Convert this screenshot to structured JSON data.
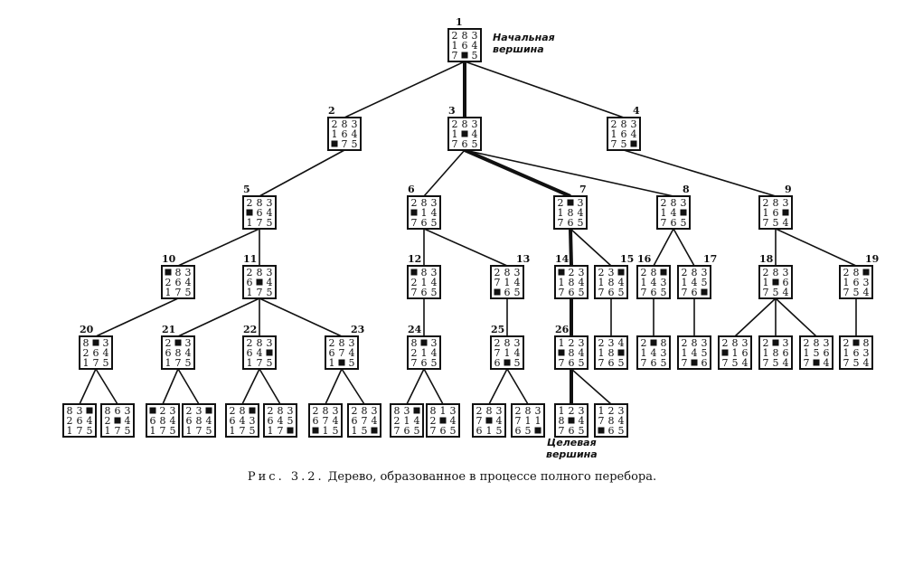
{
  "annotations": {
    "start": [
      "Начальная",
      "вершина"
    ],
    "goal": [
      "Целевая",
      "вершина"
    ]
  },
  "caption": {
    "label": "Рис. 3.2.",
    "text": "Дерево, образованное в процессе полного перебора."
  },
  "tree": {
    "blank_symbol": "0",
    "nodes": [
      {
        "label": "1",
        "board": "283164705",
        "parent": null
      },
      {
        "label": "2",
        "board": "283164075",
        "parent": 0
      },
      {
        "label": "3",
        "board": "283104765",
        "parent": 0,
        "path": true
      },
      {
        "label": "4",
        "board": "283164750",
        "parent": 0
      },
      {
        "label": "5",
        "board": "283064175",
        "parent": 1
      },
      {
        "label": "6",
        "board": "283014765",
        "parent": 2
      },
      {
        "label": "7",
        "board": "203184765",
        "parent": 2,
        "path": true
      },
      {
        "label": "8",
        "board": "283140765",
        "parent": 2
      },
      {
        "label": "9",
        "board": "283160754",
        "parent": 3
      },
      {
        "label": "10",
        "board": "083264175",
        "parent": 4
      },
      {
        "label": "11",
        "board": "283604175",
        "parent": 4
      },
      {
        "label": "12",
        "board": "083214765",
        "parent": 5
      },
      {
        "label": "13",
        "board": "283714065",
        "parent": 5
      },
      {
        "label": "14",
        "board": "023184765",
        "parent": 6,
        "path": true
      },
      {
        "label": "15",
        "board": "230184765",
        "parent": 6
      },
      {
        "label": "16",
        "board": "280143765",
        "parent": 7
      },
      {
        "label": "17",
        "board": "283145760",
        "parent": 7
      },
      {
        "label": "18",
        "board": "283106754",
        "parent": 8
      },
      {
        "label": "19",
        "board": "280163754",
        "parent": 8
      },
      {
        "label": "20",
        "board": "803264175",
        "parent": 9
      },
      {
        "label": "21",
        "board": "203684175",
        "parent": 10
      },
      {
        "label": "22",
        "board": "283640175",
        "parent": 10
      },
      {
        "label": "23",
        "board": "283674105",
        "parent": 10
      },
      {
        "label": "24",
        "board": "803214765",
        "parent": 11
      },
      {
        "label": "25",
        "board": "283714605",
        "parent": 12
      },
      {
        "label": "26",
        "board": "123084765",
        "parent": 13,
        "path": true
      },
      {
        "label": "",
        "board": "234180765",
        "parent": 14
      },
      {
        "label": "",
        "board": "208143765",
        "parent": 15
      },
      {
        "label": "",
        "board": "283145706",
        "parent": 16
      },
      {
        "label": "",
        "board": "283016754",
        "parent": 17
      },
      {
        "label": "",
        "board": "203186754",
        "parent": 17
      },
      {
        "label": "",
        "board": "283156704",
        "parent": 17
      },
      {
        "label": "",
        "board": "208163754",
        "parent": 18
      },
      {
        "label": "",
        "board": "830264175",
        "parent": 19
      },
      {
        "label": "",
        "board": "863204175",
        "parent": 19
      },
      {
        "label": "",
        "board": "023684175",
        "parent": 20
      },
      {
        "label": "",
        "board": "230684175",
        "parent": 20
      },
      {
        "label": "",
        "board": "280643175",
        "parent": 21
      },
      {
        "label": "",
        "board": "283645170",
        "parent": 21
      },
      {
        "label": "",
        "board": "283674015",
        "parent": 22
      },
      {
        "label": "",
        "board": "283674150",
        "parent": 22
      },
      {
        "label": "",
        "board": "830214765",
        "parent": 23
      },
      {
        "label": "",
        "board": "813204765",
        "parent": 23
      },
      {
        "label": "",
        "board": "283704615",
        "parent": 24
      },
      {
        "label": "",
        "board": "283711650",
        "parent": 24
      },
      {
        "label": "",
        "board": "123804765",
        "parent": 25,
        "path": true,
        "goal": true
      },
      {
        "label": "",
        "board": "123784065",
        "parent": 25
      }
    ]
  }
}
